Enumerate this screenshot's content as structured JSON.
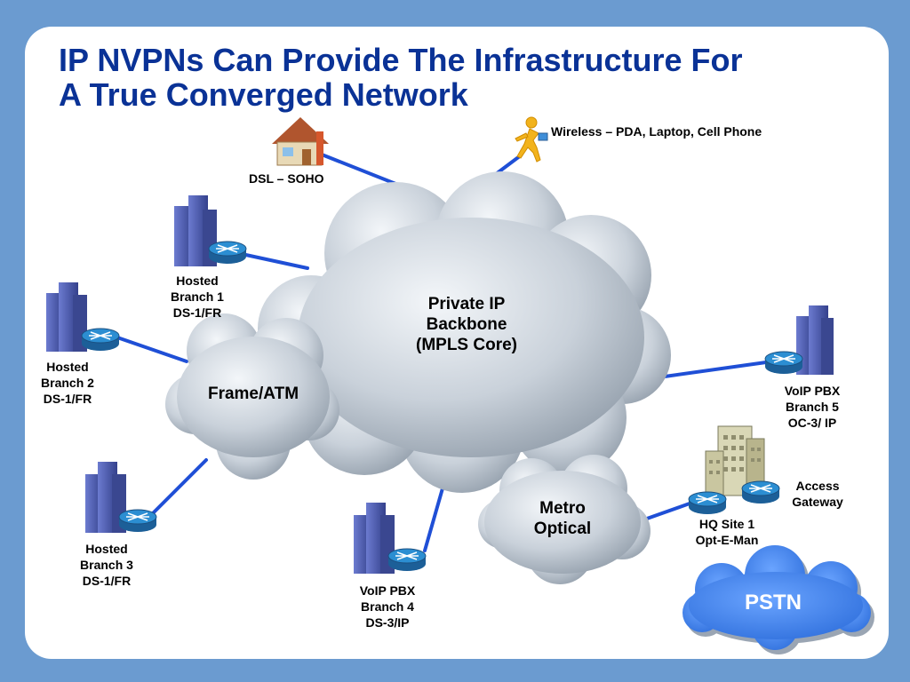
{
  "slide": {
    "title_lines": [
      "IP NVPNs Can Provide The Infrastructure For",
      "A True Converged Network"
    ]
  },
  "colors": {
    "background": "#6b9bd0",
    "title": "#0a3296",
    "link": "#1f4fd6",
    "router": "#2c8ed2",
    "building": "#4555a8",
    "pstn_cloud": "#3f7fe6"
  },
  "nodes": {
    "dsl_soho": {
      "label": "DSL – SOHO",
      "icon": "house-icon"
    },
    "wireless": {
      "label": "Wireless – PDA, Laptop, Cell Phone",
      "icon": "running-person-icon"
    },
    "hosted_branch_1": {
      "lines": [
        "Hosted",
        "Branch 1",
        "DS-1/FR"
      ],
      "icon": "building-icon"
    },
    "hosted_branch_2": {
      "lines": [
        "Hosted",
        "Branch 2",
        "DS-1/FR"
      ],
      "icon": "building-icon"
    },
    "hosted_branch_3": {
      "lines": [
        "Hosted",
        "Branch 3",
        "DS-1/FR"
      ],
      "icon": "building-icon"
    },
    "voip_pbx_branch_4": {
      "lines": [
        "VoIP PBX",
        "Branch 4",
        "DS-3/IP"
      ],
      "icon": "building-icon"
    },
    "voip_pbx_branch_5": {
      "lines": [
        "VoIP PBX",
        "Branch 5",
        "OC-3/ IP"
      ],
      "icon": "building-icon"
    },
    "hq_site_1": {
      "lines": [
        "HQ Site 1",
        "Opt-E-Man"
      ],
      "icon": "office-building-icon"
    },
    "access_gateway": {
      "lines": [
        "Access",
        "Gateway"
      ],
      "icon": "router-icon"
    }
  },
  "clouds": {
    "core": {
      "lines": [
        "Private IP",
        "Backbone",
        "(MPLS Core)"
      ]
    },
    "frame_atm": {
      "lines": [
        "Frame/ATM"
      ]
    },
    "metro": {
      "lines": [
        "Metro",
        "Optical"
      ]
    },
    "pstn": {
      "lines": [
        "PSTN"
      ]
    }
  }
}
